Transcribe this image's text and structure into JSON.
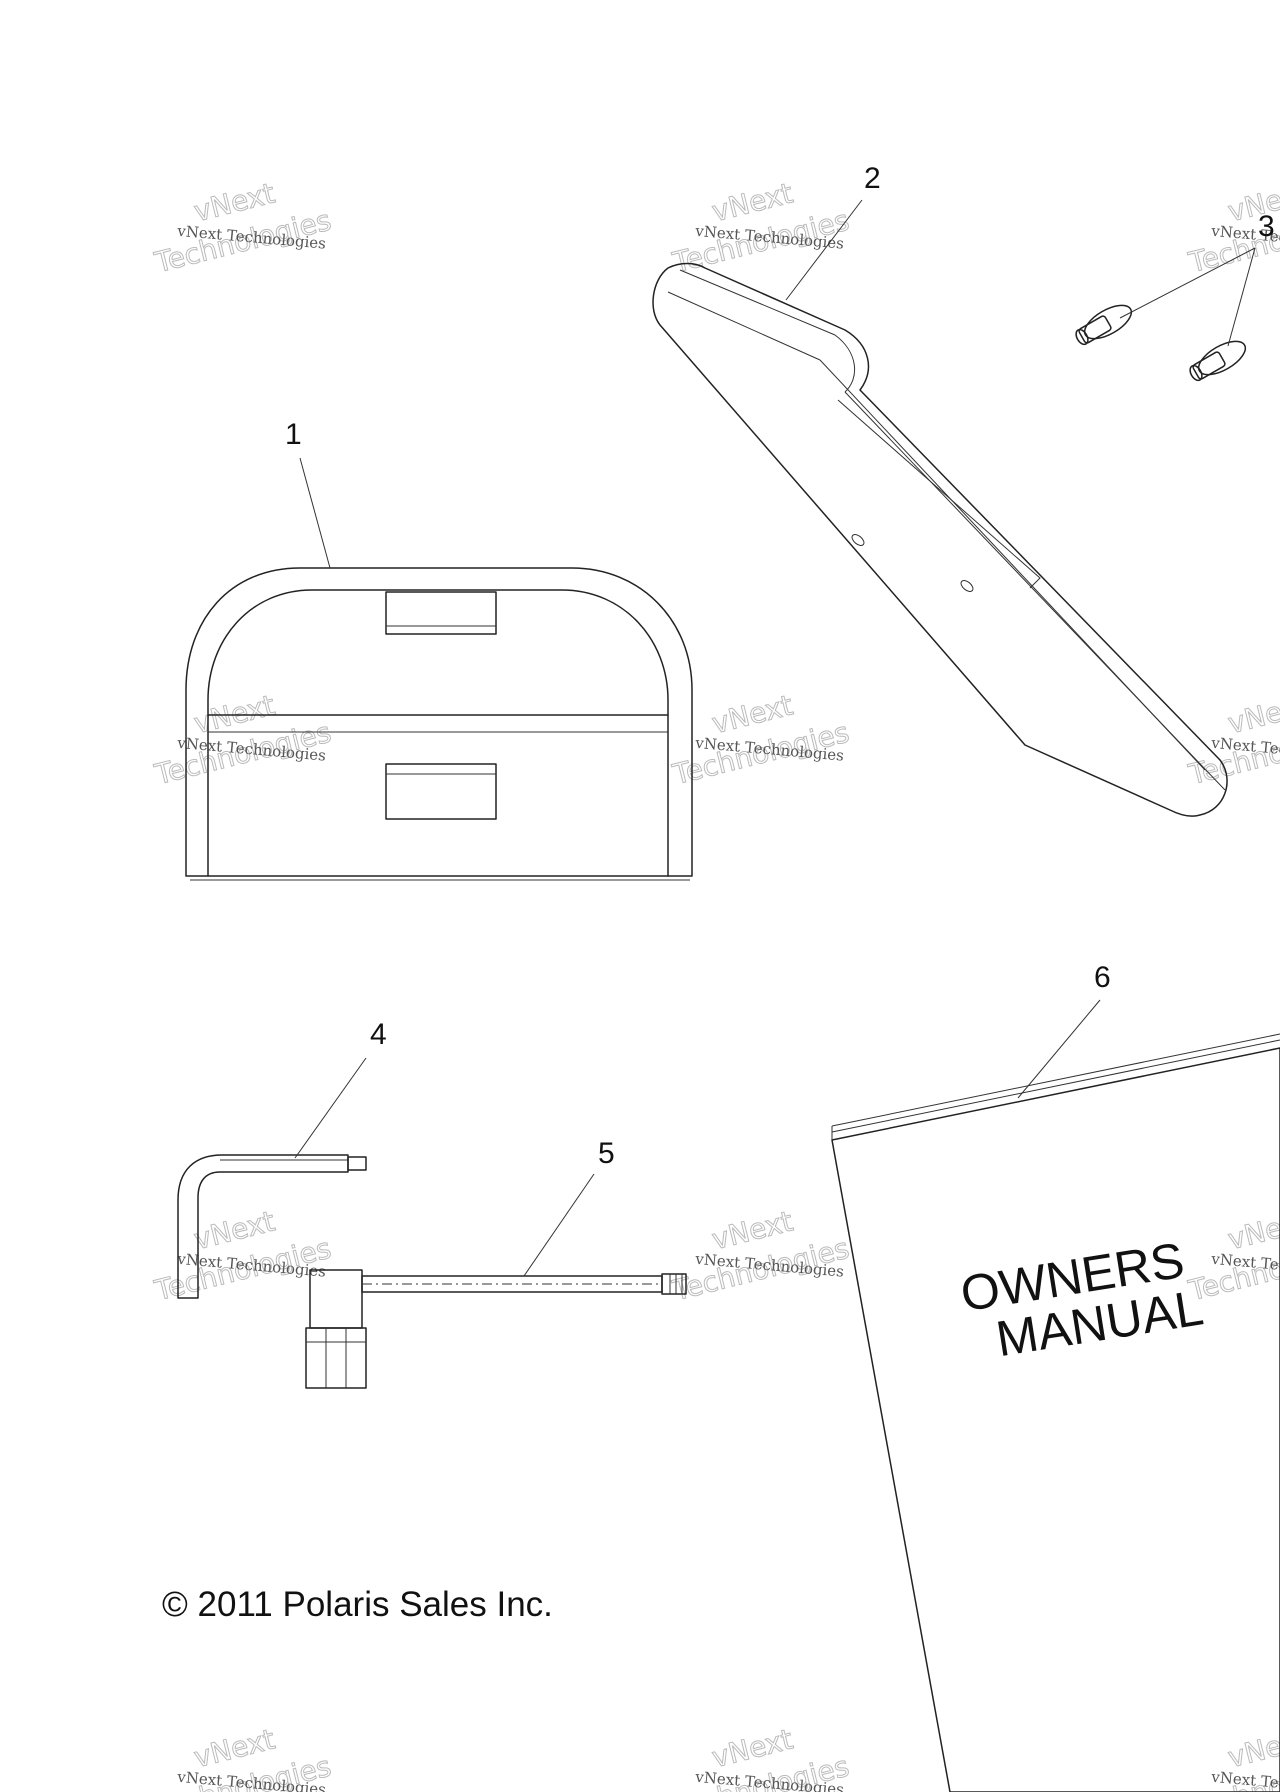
{
  "callouts": [
    "1",
    "2",
    "3",
    "4",
    "5",
    "6"
  ],
  "manual": {
    "line1": "OWNERS",
    "line2": "MANUAL"
  },
  "copyright": "© 2011 Polaris Sales Inc.",
  "watermark": {
    "small": "vNext Technologies",
    "top": "vNext",
    "big": "Technologies"
  },
  "colors": {
    "background": "#ffffff",
    "line": "#222222",
    "watermark": "#bbbbbb"
  }
}
